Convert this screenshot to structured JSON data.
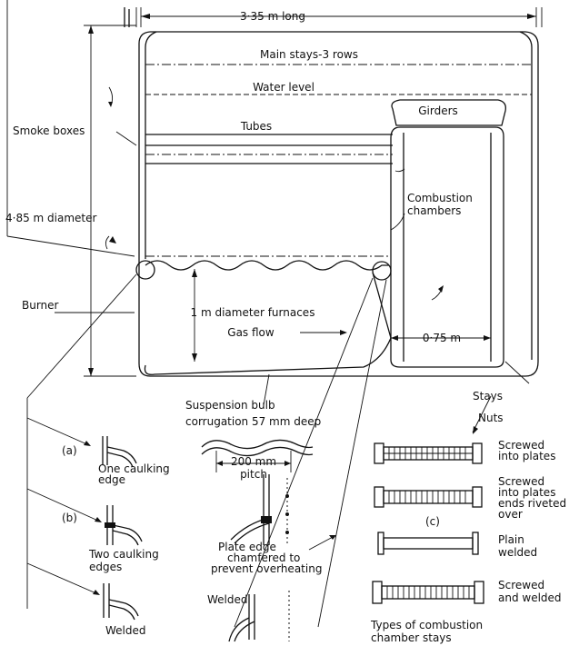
{
  "labels": {
    "length": "3·35 m long",
    "main_stays": "Main stays-3 rows",
    "water_level": "Water level",
    "girders": "Girders",
    "smoke_boxes": "Smoke boxes",
    "tubes": "Tubes",
    "combustion_1": "Combustion",
    "combustion_2": "chambers",
    "diameter": "4·85 m diameter",
    "burner": "Burner",
    "furnaces": "1 m diameter furnaces",
    "gas_flow": "Gas flow",
    "chamber_width": "0·75 m",
    "stays": "Stays",
    "nuts": "Nuts",
    "suspension_1": "Suspension bulb",
    "suspension_2": "corrugation 57 mm deep",
    "pitch_1": "200 mm",
    "pitch_2": "pitch",
    "detail_a": "(a)",
    "detail_b": "(b)",
    "detail_c": "(c)",
    "one_caulking_1": "One caulking",
    "one_caulking_2": "edge",
    "two_caulking_1": "Two caulking",
    "two_caulking_2": "edges",
    "welded_left": "Welded",
    "plate_edge_1": "Plate edge",
    "plate_edge_2": "chamfered to",
    "plate_edge_3": "prevent overheating",
    "welded_mid": "Welded",
    "stay1_1": "Screwed",
    "stay1_2": "into plates",
    "stay2_1": "Screwed",
    "stay2_2": "into plates",
    "stay2_3": "ends riveted",
    "stay2_4": "over",
    "stay3_1": "Plain",
    "stay3_2": "welded",
    "stay4_1": "Screwed",
    "stay4_2": "and welded",
    "types_1": "Types of combustion",
    "types_2": "chamber stays"
  }
}
